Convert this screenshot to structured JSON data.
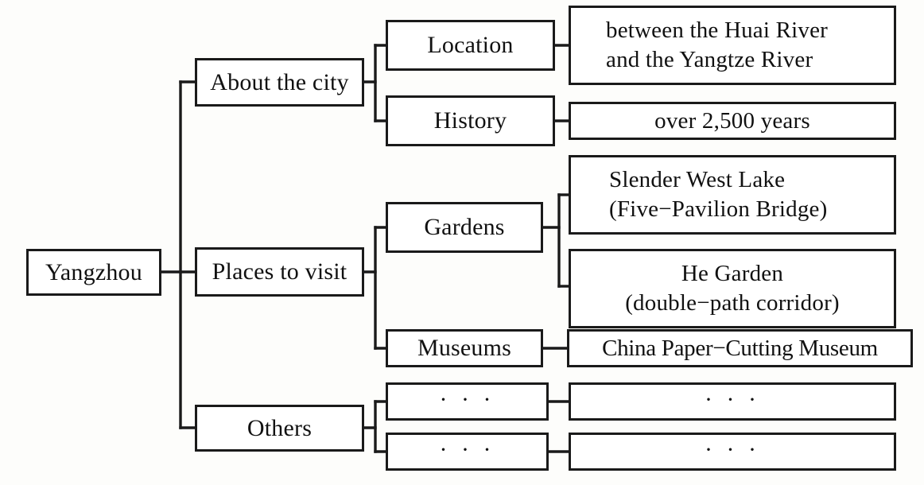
{
  "diagram": {
    "type": "tree-mind-map",
    "title_node": "Yangzhou",
    "root": {
      "label": "Yangzhou"
    },
    "branches": [
      {
        "label": "About the city",
        "children": [
          {
            "label": "Location",
            "value": "between the Huai River\nand the Yangtze River"
          },
          {
            "label": "History",
            "value": "over 2,500 years"
          }
        ]
      },
      {
        "label": "Places to visit",
        "children": [
          {
            "label": "Gardens",
            "value": "Slender West Lake\n(Five−Pavilion Bridge)"
          },
          {
            "label": "Gardens",
            "value": "He Garden\n(double−path corridor)"
          },
          {
            "label": "Museums",
            "value": "China Paper−Cutting Museum"
          }
        ]
      },
      {
        "label": "Others",
        "children": [
          {
            "label": "· · ·",
            "value": "· · ·"
          },
          {
            "label": "· · ·",
            "value": "· · ·"
          }
        ]
      }
    ],
    "nodes": {
      "root": "Yangzhou",
      "about_city": "About the city",
      "places_to_visit": "Places to visit",
      "others": "Others",
      "location": "Location",
      "history": "History",
      "gardens": "Gardens",
      "museums": "Museums",
      "others_sub_1": "· · ·",
      "others_sub_2": "· · ·",
      "location_value": "between the Huai River\nand the Yangtze River",
      "history_value": "over 2,500 years",
      "gardens_value_1": "Slender West Lake\n(Five−Pavilion Bridge)",
      "gardens_value_2": "He Garden\n(double−path corridor)",
      "museums_value": "China Paper−Cutting Museum",
      "others_value_1": "· · ·",
      "others_value_2": "· · ·"
    },
    "colors": {
      "stroke": "#1a1a1a",
      "fill": "#ffffff",
      "background": "#fdfdfb",
      "text": "#111111"
    }
  }
}
